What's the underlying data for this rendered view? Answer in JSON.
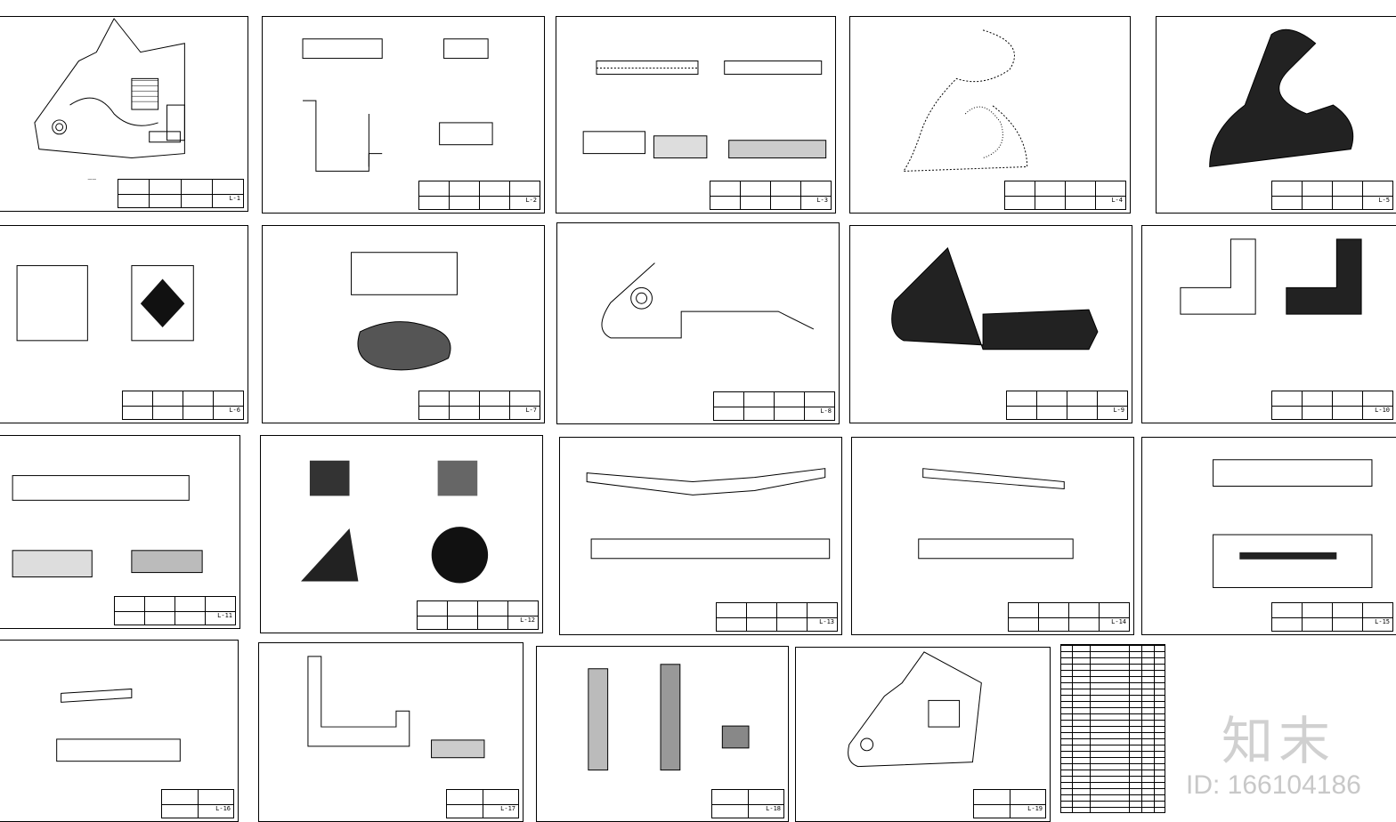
{
  "sheets": [
    {
      "code": "L-1"
    },
    {
      "code": "L-2"
    },
    {
      "code": "L-3"
    },
    {
      "code": "L-4"
    },
    {
      "code": "L-5"
    },
    {
      "code": "L-6"
    },
    {
      "code": "L-7"
    },
    {
      "code": "L-8"
    },
    {
      "code": "L-9"
    },
    {
      "code": "L-10"
    },
    {
      "code": "L-11"
    },
    {
      "code": "L-12"
    },
    {
      "code": "L-13"
    },
    {
      "code": "L-14"
    },
    {
      "code": "L-15"
    },
    {
      "code": "L-16"
    },
    {
      "code": "L-17"
    },
    {
      "code": "L-18"
    },
    {
      "code": "L-19"
    }
  ],
  "watermark": {
    "logo_text": "知末",
    "id_text": "ID: 166104186"
  },
  "colors": {
    "line": "#000000",
    "watermark": "#cfcfcf"
  }
}
